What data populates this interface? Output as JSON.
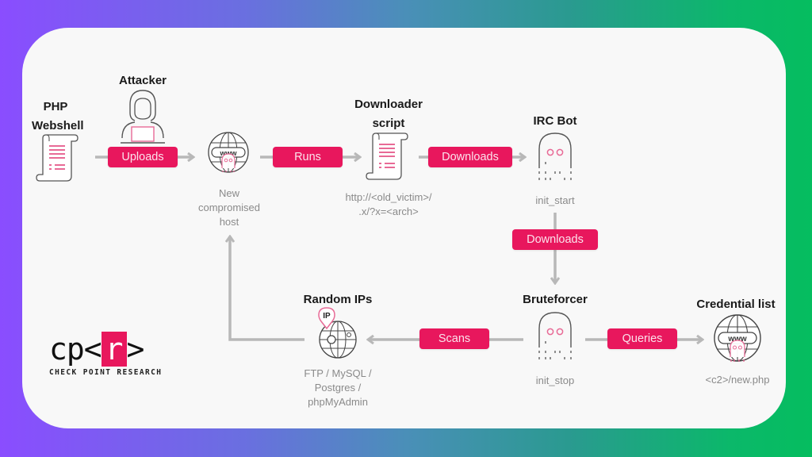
{
  "colors": {
    "accent": "#e8175d",
    "arrow": "#b8b8b8",
    "card_bg": "#f8f8f8",
    "gradient_start": "#8a4dff",
    "gradient_end": "#05bd5f"
  },
  "nodes": {
    "webshell": {
      "title_line1": "PHP",
      "title_line2": "Webshell",
      "icon": "script-document-icon"
    },
    "attacker": {
      "title": "Attacker",
      "icon": "hooded-hacker-laptop-icon"
    },
    "new_host": {
      "label_line1": "New",
      "label_line2": "compromised",
      "label_line3": "host",
      "icon": "globe-www-ghost-icon"
    },
    "downloader": {
      "title_line1": "Downloader",
      "title_line2": "script",
      "label_line1": "http://<old_victim>/",
      "label_line2": ".x/?x=<arch>",
      "icon": "script-document-icon"
    },
    "irc_bot": {
      "title": "IRC Bot",
      "label": "init_start",
      "icon": "ghost-bot-icon"
    },
    "bruteforcer": {
      "title": "Bruteforcer",
      "label": "init_stop",
      "icon": "ghost-bot-icon"
    },
    "random_ips": {
      "title": "Random IPs",
      "label_line1": "FTP / MySQL /",
      "label_line2": "Postgres /",
      "label_line3": "phpMyAdmin",
      "icon": "globe-ip-pin-icon",
      "pin_text": "IP"
    },
    "credential_list": {
      "title": "Credential list",
      "label": "<c2>/new.php",
      "icon": "globe-www-ghost-icon"
    }
  },
  "edges": [
    {
      "from": "webshell",
      "to": "new_host",
      "label": "Uploads"
    },
    {
      "from": "new_host",
      "to": "downloader",
      "label": "Runs"
    },
    {
      "from": "downloader",
      "to": "irc_bot",
      "label": "Downloads"
    },
    {
      "from": "irc_bot",
      "to": "bruteforcer",
      "label": "Downloads"
    },
    {
      "from": "bruteforcer",
      "to": "random_ips",
      "label": "Scans"
    },
    {
      "from": "bruteforcer",
      "to": "credential_list",
      "label": "Queries"
    },
    {
      "from": "random_ips",
      "to": "new_host",
      "label": ""
    }
  ],
  "logo": {
    "prefix": "cp<",
    "highlight": "r",
    "suffix": ">",
    "subtitle": "CHECK POINT RESEARCH"
  },
  "www_text": "www"
}
